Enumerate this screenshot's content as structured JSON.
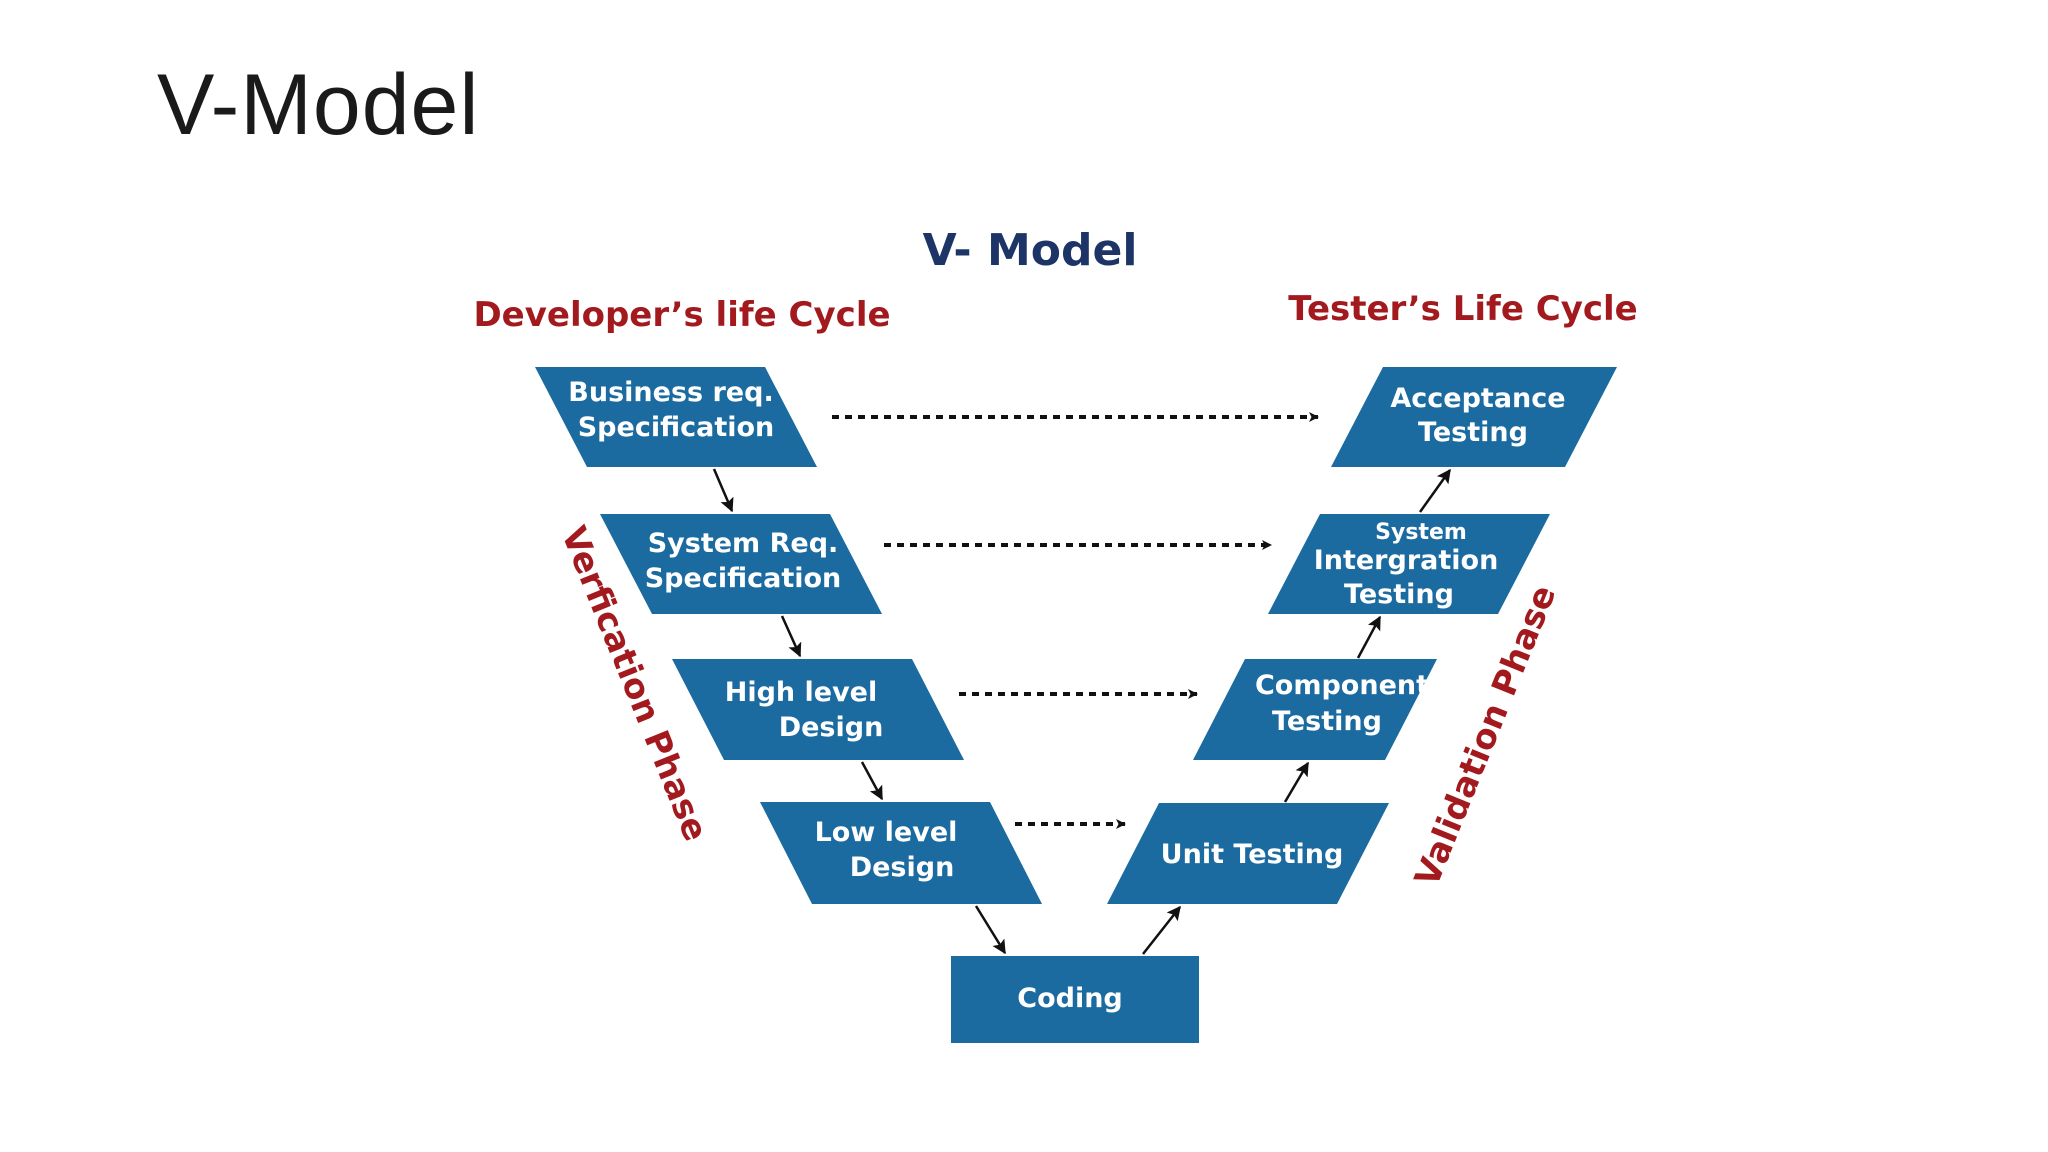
{
  "slide": {
    "title": "V-Model"
  },
  "diagram": {
    "title": "V- Model",
    "developer_label": "Developer’s life Cycle",
    "tester_label": "Tester’s Life Cycle",
    "verification_label": "Verfication Phase",
    "validation_label": "Validation Phase",
    "colors": {
      "box": "#1b6aa0",
      "navy": "#1c3466",
      "red": "#a31a1e",
      "arrow": "#111111"
    },
    "left_stages": [
      {
        "line1": "Business req.",
        "line2": "Specification"
      },
      {
        "line1": "System Req.",
        "line2": "Specification"
      },
      {
        "line1": "High level",
        "line2": "Design"
      },
      {
        "line1": "Low level",
        "line2": "Design"
      }
    ],
    "bottom_stage": {
      "line1": "Coding"
    },
    "right_stages": [
      {
        "line1": "Acceptance",
        "line2": "Testing"
      },
      {
        "line1": "System",
        "line2": "Intergration",
        "line3": "Testing"
      },
      {
        "line1": "Component",
        "line2": "Testing"
      },
      {
        "line1": "Unit Testing"
      }
    ]
  }
}
